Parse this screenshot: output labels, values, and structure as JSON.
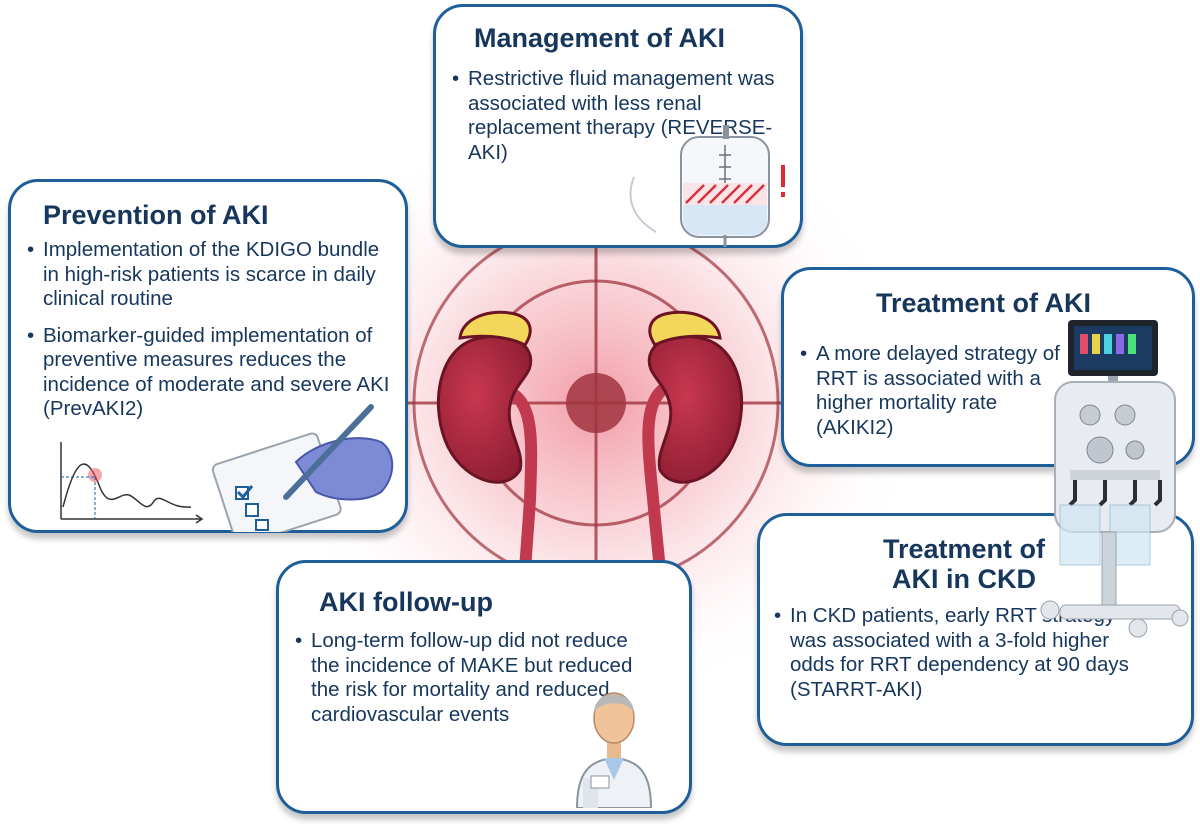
{
  "cards": {
    "management": {
      "title": "Management of AKI",
      "bullets": [
        "Restrictive fluid management was associated with less renal replacement therapy (REVERSE-AKI)"
      ]
    },
    "prevention": {
      "title": "Prevention of AKI",
      "bullets": [
        "Implementation of the KDIGO bundle in high-risk patients is scarce in daily clinical routine",
        "Biomarker-guided implementation of preventive measures reduces the incidence of moderate and severe AKI (PrevAKI2)"
      ]
    },
    "treatment": {
      "title": "Treatment of AKI",
      "bullets": [
        "A more delayed strategy of RRT is associated with a higher mortality rate (AKIKI2)"
      ]
    },
    "treatment_ckd": {
      "title_line1": "Treatment of",
      "title_line2": "AKI in CKD",
      "bullets": [
        "In CKD patients, early RRT strategy was associated with a 3-fold higher odds for RRT dependency at 90 days (STARRT-AKI)"
      ]
    },
    "followup": {
      "title": "AKI follow-up",
      "bullets": [
        "Long-term follow-up did not reduce the incidence of MAKE but reduced the risk for mortality and reduced cardiovascular events"
      ]
    }
  },
  "icons": [
    "kidneys-icon",
    "target-crosshair-icon",
    "iv-bag-icon",
    "dialysis-machine-icon",
    "doctor-icon",
    "checklist-hand-icon",
    "biomarker-curve-icon"
  ],
  "colors": {
    "border": "#1e5f9a",
    "title": "#16365c",
    "kidney": "#a8263e",
    "adrenal": "#f3d75a",
    "target": "#a0353f",
    "glow": "#f4b8bf"
  }
}
